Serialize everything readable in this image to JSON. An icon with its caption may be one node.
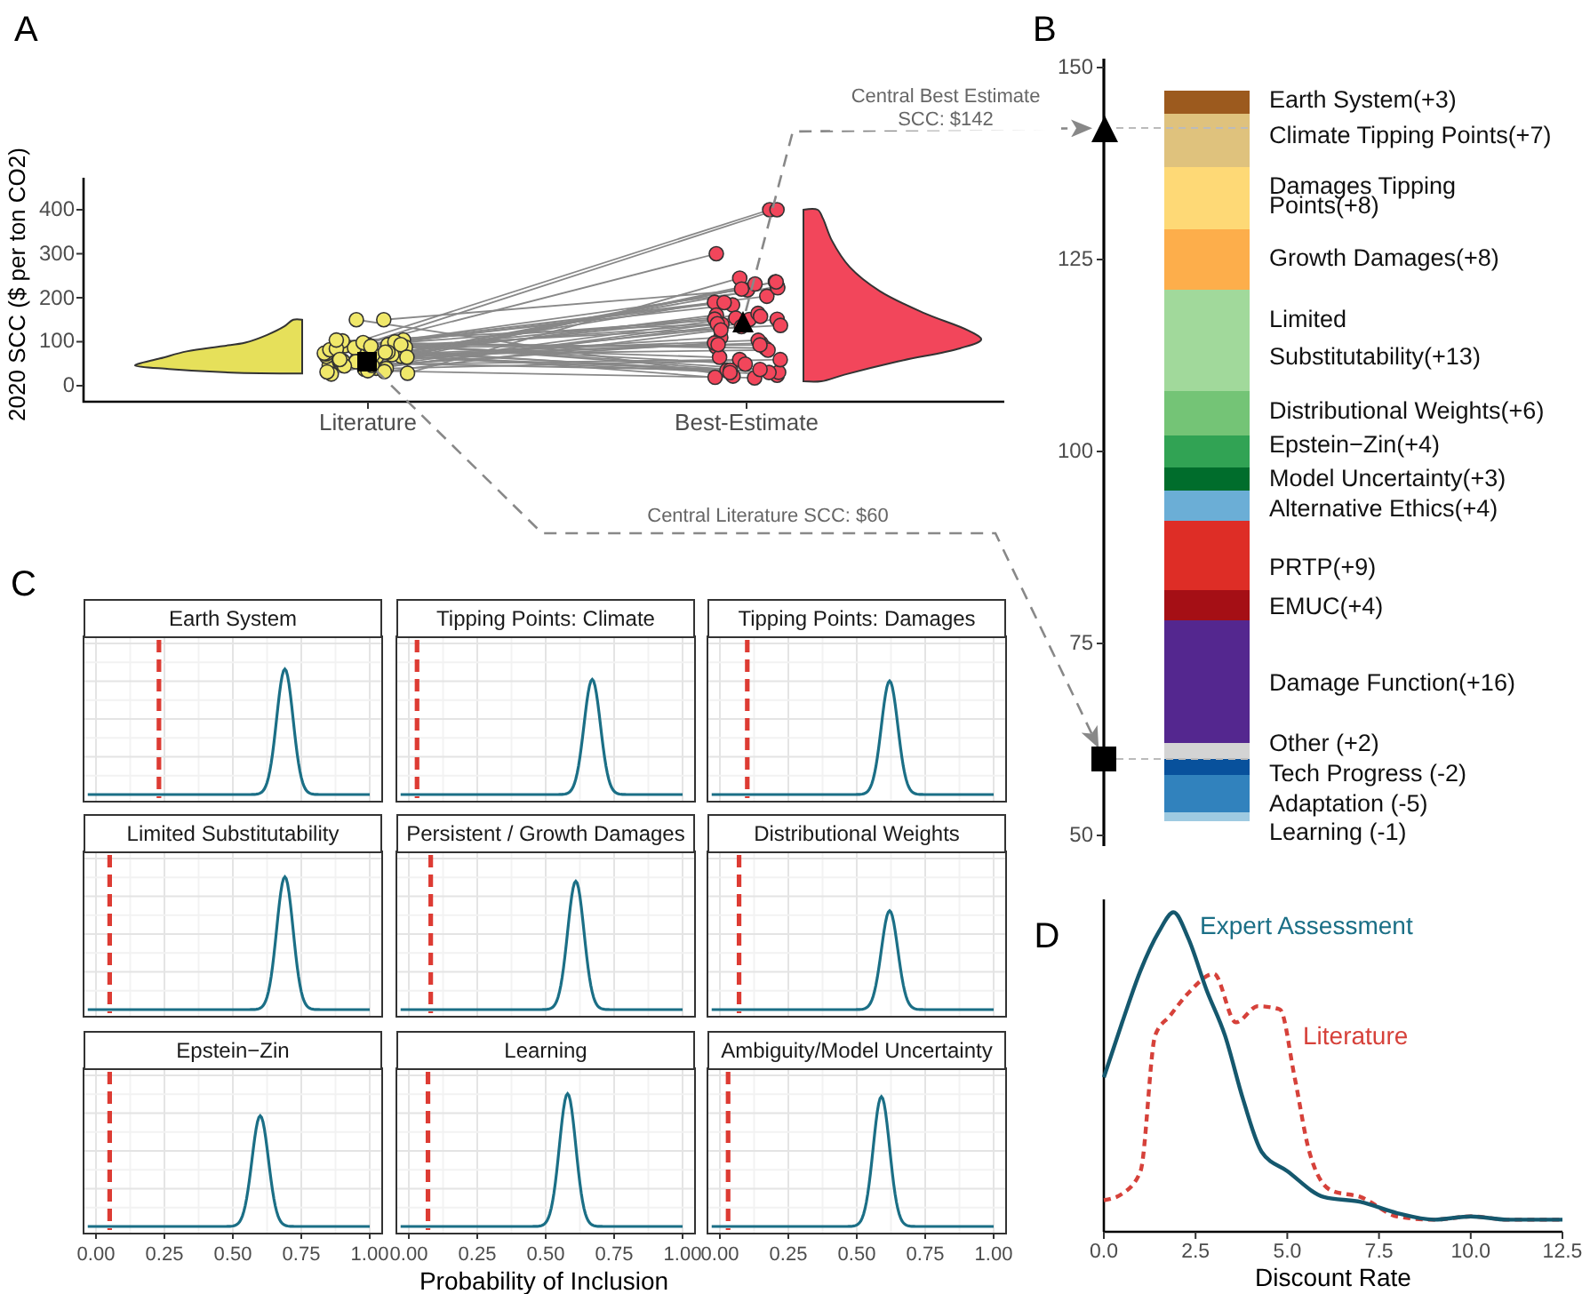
{
  "diagram": {
    "nodes": [
      {
        "text": [],
        "shape": "triangle"
      },
      {
        "text": [],
        "shape": "triangle"
      },
      {
        "text": [],
        "shape": "box"
      },
      {
        "text": [],
        "shape": "box"
      }
    ],
    "edges": [
      {
        "from": 0,
        "to": 1,
        "arrow": "to",
        "label": "Central Best Estimate SCC: $142",
        "style": "dashed"
      },
      {
        "from": 2,
        "to": 3,
        "arrow": "to",
        "label": "Central Literature SCC: $60",
        "style": "dashed"
      }
    ],
    "labels": [
      "A",
      "2020 SCC ($ per ton CO2)",
      "400",
      "300",
      "200",
      "100",
      "0",
      "Literature",
      "Best-Estimate",
      "B",
      "150",
      "125",
      "100",
      "75",
      "50",
      "Earth System(+3)",
      "Climate Tipping Points(+7)",
      "Damages Tipping Points(+8)",
      "Growth Damages(+8)",
      "Limited Substitutability(+13)",
      "Distributional Weights(+6)",
      "Epstein−Zin(+4)",
      "Model Uncertainty(+3)",
      "Alternative Ethics(+4)",
      "PRTP(+9)",
      "EMUC(+4)",
      "Damage Function(+16)",
      "Other (+2)",
      "Tech Progress (-2)",
      "Adaptation (-5)",
      "Learning (-1)",
      "C",
      "Earth System",
      "Tipping Points: Climate",
      "Tipping Points: Damages",
      "Limited Substitutability",
      "Persistent / Growth Damages",
      "Distributional Weights",
      "Epstein−Zin",
      "Learning",
      "Ambiguity/Model Uncertainty",
      "0.00",
      "0.25",
      "0.50",
      "0.75",
      "1.00",
      "0.00",
      "0.25",
      "0.50",
      "0.75",
      "1.00",
      "0.00",
      "0.25",
      "0.50",
      "0.75",
      "1.00",
      "Probability of Inclusion",
      "D",
      "Expert Assessment",
      "Literature",
      "0.0",
      "2.5",
      "5.0",
      "7.5",
      "10.0",
      "12.5",
      "Discount Rate"
    ]
  }
}
